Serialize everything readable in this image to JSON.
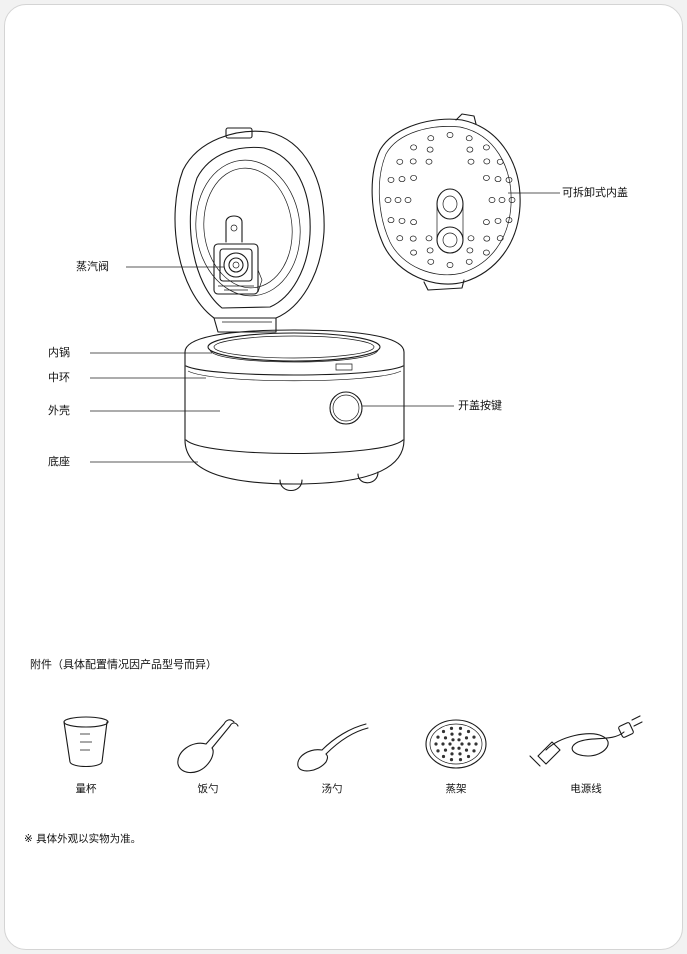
{
  "diagram": {
    "labels": {
      "steam_valve": "蒸汽阀",
      "removable_inner_lid": "可拆卸式内盖",
      "inner_pot": "内锅",
      "middle_ring": "中环",
      "outer_shell": "外壳",
      "open_button": "开盖按键",
      "base": "底座"
    }
  },
  "accessories": {
    "heading": "附件（具体配置情况因产品型号而异）",
    "items": [
      {
        "name": "量杯",
        "icon": "measuring-cup-icon"
      },
      {
        "name": "饭勺",
        "icon": "rice-paddle-icon"
      },
      {
        "name": "汤勺",
        "icon": "soup-ladle-icon"
      },
      {
        "name": "蒸架",
        "icon": "steam-rack-icon"
      },
      {
        "name": "电源线",
        "icon": "power-cord-icon"
      }
    ]
  },
  "note": "※ 具体外观以实物为准。"
}
